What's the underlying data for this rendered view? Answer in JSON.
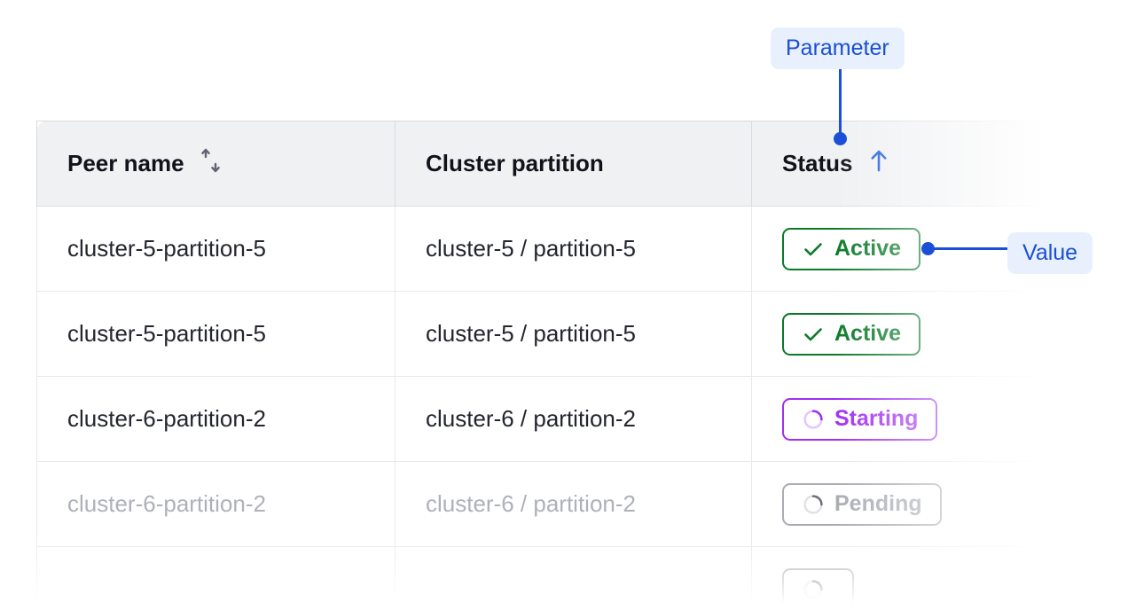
{
  "table": {
    "columns": [
      {
        "label": "Peer name",
        "sort_icon": "sort-updown-icon",
        "sort_state": "none"
      },
      {
        "label": "Cluster partition",
        "sort_icon": null,
        "sort_state": "none"
      },
      {
        "label": "Status",
        "sort_icon": "arrow-up-icon",
        "sort_state": "ascending"
      }
    ],
    "rows": [
      {
        "peer_name": "cluster-5-partition-5",
        "cluster_partition": "cluster-5 / partition-5",
        "status": "Active",
        "status_kind": "active",
        "status_icon": "check-icon",
        "muted": false
      },
      {
        "peer_name": "cluster-5-partition-5",
        "cluster_partition": "cluster-5 / partition-5",
        "status": "Active",
        "status_kind": "active",
        "status_icon": "check-icon",
        "muted": false
      },
      {
        "peer_name": "cluster-6-partition-2",
        "cluster_partition": "cluster-6 / partition-2",
        "status": "Starting",
        "status_kind": "starting",
        "status_icon": "spinner-icon",
        "muted": false
      },
      {
        "peer_name": "cluster-6-partition-2",
        "cluster_partition": "cluster-6 / partition-2",
        "status": "Pending",
        "status_kind": "pending",
        "status_icon": "spinner-icon",
        "muted": true
      },
      {
        "peer_name": "",
        "cluster_partition": "",
        "status": "",
        "status_kind": "pending",
        "status_icon": "spinner-icon",
        "muted": true
      }
    ]
  },
  "annotations": {
    "parameter": {
      "label": "Parameter",
      "target": "status-column-header"
    },
    "value": {
      "label": "Value",
      "target": "status-badge-row-1"
    }
  },
  "colors": {
    "accent_blue": "#1a4fd6",
    "callout_bg": "#e8f0fe",
    "header_bg": "#f0f1f3",
    "status_active": "#0a7a28",
    "status_starting": "#a22ef0",
    "status_pending": "#a9acb3",
    "muted_text": "#aeb1b8",
    "body_text": "#24262e"
  }
}
